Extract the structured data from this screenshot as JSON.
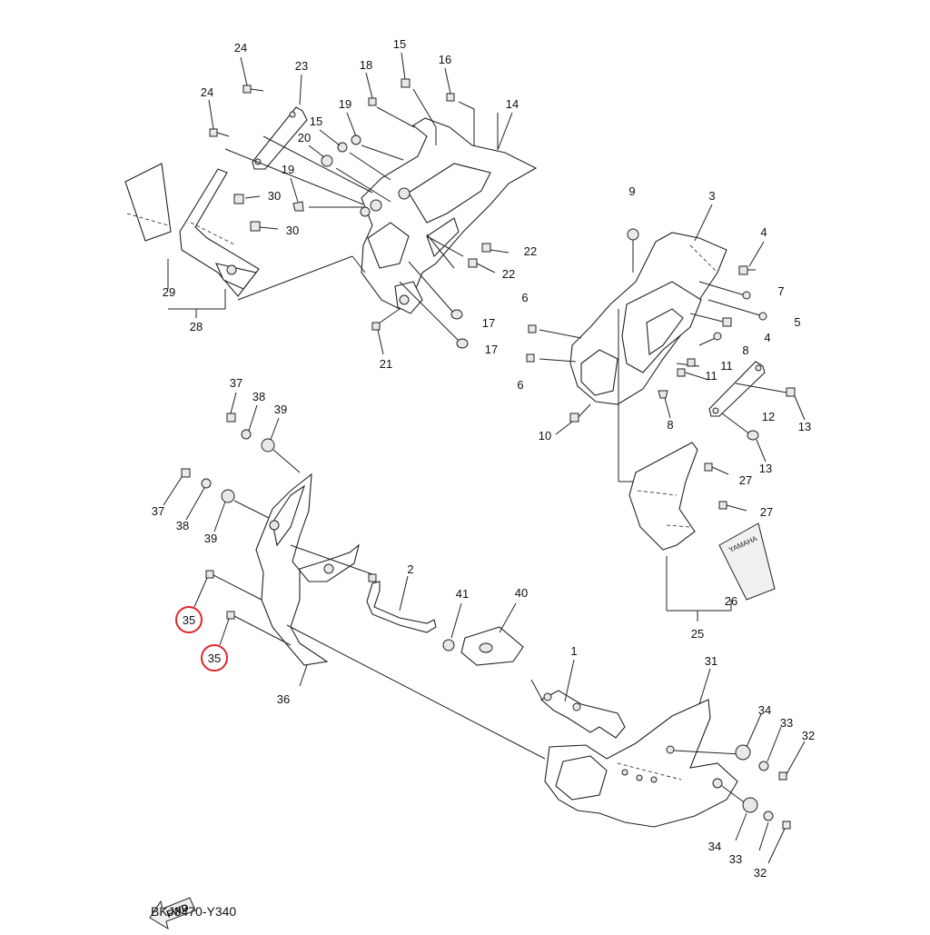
{
  "diagram_code": "BKJ3470-Y340",
  "direction_label": "FWD",
  "highlight_color": "#e0262a",
  "callouts": [
    {
      "label": "1"
    },
    {
      "label": "2"
    },
    {
      "label": "3"
    },
    {
      "label": "4"
    },
    {
      "label": "4"
    },
    {
      "label": "5"
    },
    {
      "label": "6"
    },
    {
      "label": "6"
    },
    {
      "label": "7"
    },
    {
      "label": "8"
    },
    {
      "label": "8"
    },
    {
      "label": "9"
    },
    {
      "label": "10"
    },
    {
      "label": "11"
    },
    {
      "label": "11"
    },
    {
      "label": "12"
    },
    {
      "label": "13"
    },
    {
      "label": "13"
    },
    {
      "label": "14"
    },
    {
      "label": "15"
    },
    {
      "label": "15"
    },
    {
      "label": "16"
    },
    {
      "label": "17"
    },
    {
      "label": "17"
    },
    {
      "label": "18"
    },
    {
      "label": "19"
    },
    {
      "label": "19"
    },
    {
      "label": "20"
    },
    {
      "label": "21"
    },
    {
      "label": "22"
    },
    {
      "label": "22"
    },
    {
      "label": "23"
    },
    {
      "label": "24"
    },
    {
      "label": "24"
    },
    {
      "label": "25"
    },
    {
      "label": "26"
    },
    {
      "label": "27"
    },
    {
      "label": "27"
    },
    {
      "label": "28"
    },
    {
      "label": "29"
    },
    {
      "label": "30"
    },
    {
      "label": "30"
    },
    {
      "label": "31"
    },
    {
      "label": "32"
    },
    {
      "label": "32"
    },
    {
      "label": "33"
    },
    {
      "label": "33"
    },
    {
      "label": "34"
    },
    {
      "label": "34"
    },
    {
      "label": "35",
      "highlighted": true
    },
    {
      "label": "35",
      "highlighted": true
    },
    {
      "label": "36"
    },
    {
      "label": "37"
    },
    {
      "label": "37"
    },
    {
      "label": "38"
    },
    {
      "label": "38"
    },
    {
      "label": "39"
    },
    {
      "label": "39"
    },
    {
      "label": "40"
    },
    {
      "label": "41"
    }
  ]
}
